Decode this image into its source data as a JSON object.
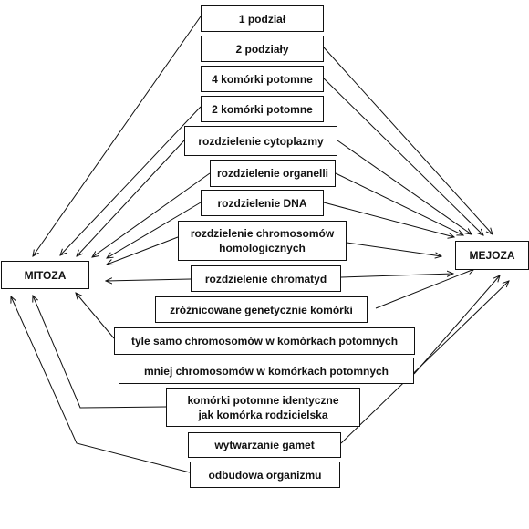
{
  "nodes": {
    "mitoza": "MITOZA",
    "mejoza": "MEJOZA",
    "n1": "1 podział",
    "n2": "2 podziały",
    "n3": "4 komórki potomne",
    "n4": "2 komórki potomne",
    "n5": "rozdzielenie cytoplazmy",
    "n6": "rozdzielenie organelli",
    "n7": "rozdzielenie DNA",
    "n8": "rozdzielenie chromosomów\nhomologicznych",
    "n9": "rozdzielenie chromatyd",
    "n10": "zróżnicowane genetycznie komórki",
    "n11": "tyle samo chromosomów w komórkach potomnych",
    "n12": "mniej chromosomów w komórkach potomnych",
    "n13": "komórki potomne identyczne\njak komórka rodzicielska",
    "n14": "wytwarzanie gamet",
    "n15": "odbudowa organizmu"
  },
  "connections": [
    {
      "from": "n1",
      "to": "mitoza"
    },
    {
      "from": "n2",
      "to": "mejoza"
    },
    {
      "from": "n3",
      "to": "mejoza"
    },
    {
      "from": "n4",
      "to": "mitoza"
    },
    {
      "from": "n5",
      "to": "mitoza"
    },
    {
      "from": "n5",
      "to": "mejoza"
    },
    {
      "from": "n6",
      "to": "mitoza"
    },
    {
      "from": "n6",
      "to": "mejoza"
    },
    {
      "from": "n7",
      "to": "mitoza"
    },
    {
      "from": "n7",
      "to": "mejoza"
    },
    {
      "from": "n8",
      "to": "mitoza"
    },
    {
      "from": "n8",
      "to": "mejoza"
    },
    {
      "from": "n9",
      "to": "mitoza"
    },
    {
      "from": "n9",
      "to": "mejoza"
    },
    {
      "from": "n10",
      "to": "mejoza"
    },
    {
      "from": "n11",
      "to": "mitoza"
    },
    {
      "from": "n12",
      "to": "mejoza"
    },
    {
      "from": "n13",
      "to": "mitoza"
    },
    {
      "from": "n14",
      "to": "mejoza"
    },
    {
      "from": "n15",
      "to": "mitoza"
    }
  ]
}
